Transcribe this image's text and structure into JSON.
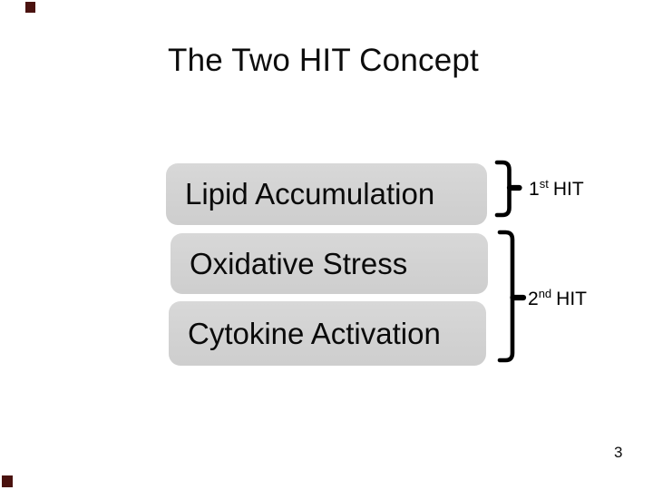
{
  "slide": {
    "title": "The Two HIT Concept",
    "page_number": "3",
    "boxes": [
      {
        "label": "Lipid Accumulation"
      },
      {
        "label": "Oxidative Stress"
      },
      {
        "label": "Cytokine Activation"
      }
    ],
    "hit_labels": [
      {
        "number": "1",
        "ordinal": "st",
        "word": "HIT"
      },
      {
        "number": "2",
        "ordinal": "nd",
        "word": "HIT"
      }
    ],
    "colors": {
      "background": "#ffffff",
      "box_fill": "#d3d3d3",
      "text": "#000000",
      "brace": "#000000",
      "corner_mark": "#4a120f"
    }
  }
}
